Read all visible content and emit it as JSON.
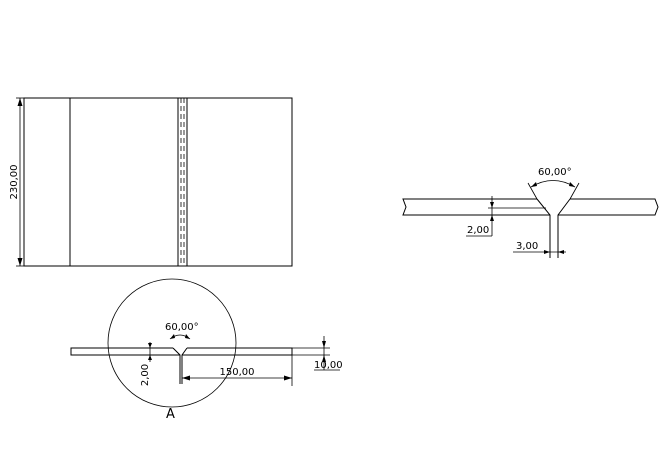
{
  "plan_view": {
    "height_dim": "230,00"
  },
  "section_view": {
    "angle_dim": "60,00°",
    "root_dim": "2,00",
    "length_dim": "150,00",
    "thickness_dim": "10,00",
    "detail_label": "A"
  },
  "detail_view": {
    "angle_dim": "60,00°",
    "root_face_dim": "2,00",
    "root_gap_dim": "3,00"
  }
}
